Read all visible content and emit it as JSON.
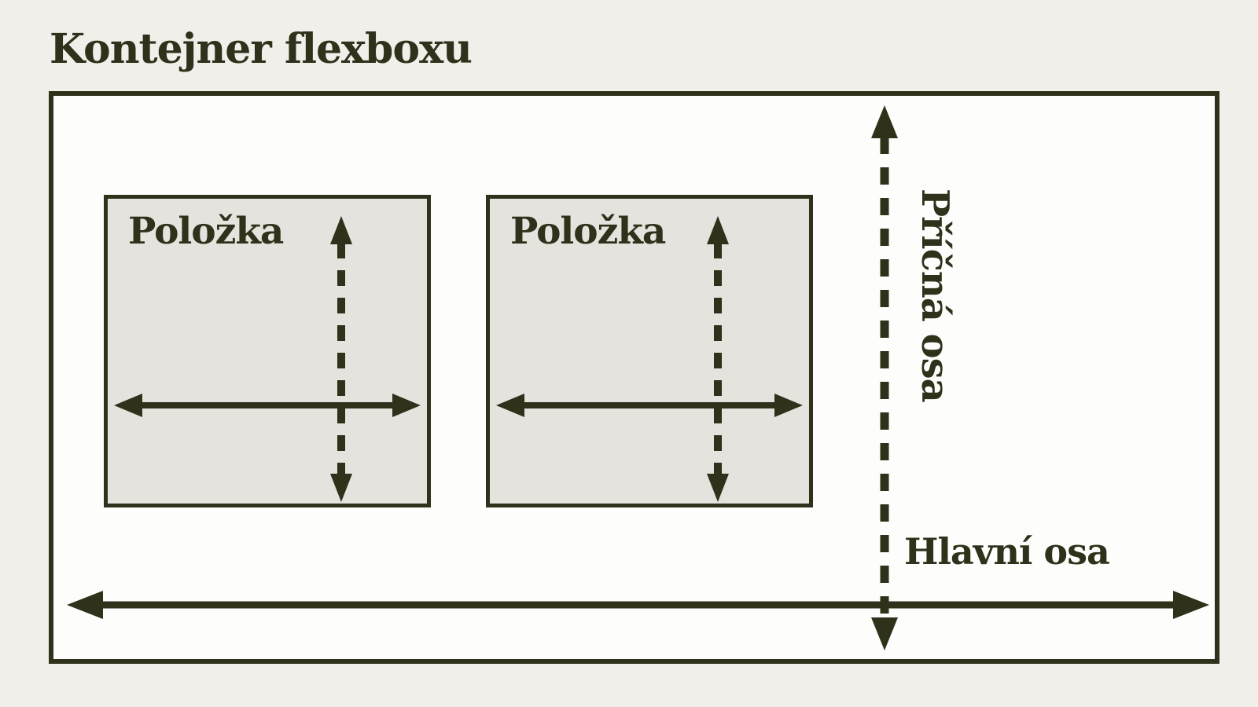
{
  "title": "Kontejner flexboxu",
  "items": [
    {
      "label": "Položka"
    },
    {
      "label": "Položka"
    }
  ],
  "axes": {
    "main": {
      "label": "Hlavní osa",
      "direction": "horizontal",
      "line_style": "solid"
    },
    "cross": {
      "label": "Příčná osa",
      "direction": "vertical",
      "line_style": "dashed"
    }
  },
  "icons": {
    "item_width_arrow": "double-headed-horizontal-arrow",
    "item_height_arrow": "double-headed-vertical-dashed-arrow",
    "main_axis_arrow": "double-headed-horizontal-arrow",
    "cross_axis_arrow": "double-headed-vertical-dashed-arrow"
  },
  "colors": {
    "page_bg": "#f0efea",
    "container_bg": "#fdfdfc",
    "item_bg": "#e5e3de",
    "ink": "#2f311a"
  }
}
